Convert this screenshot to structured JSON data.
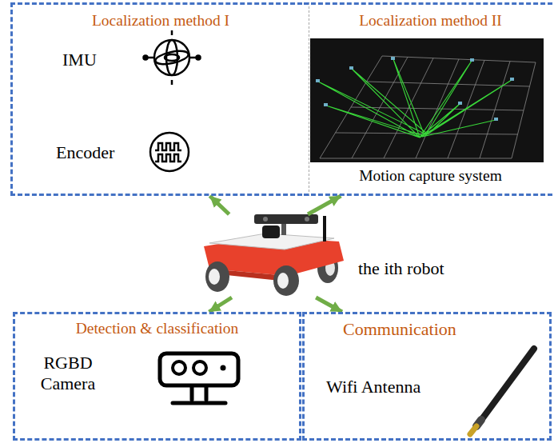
{
  "diagram": {
    "nodes": [
      {
        "text": [
          "Localization method I",
          "IMU",
          "Encoder"
        ]
      },
      {
        "text": [
          "Localization method II",
          "Motion capture system"
        ]
      },
      {
        "text": [
          "the ith robot"
        ]
      },
      {
        "text": [
          "Detection & classification",
          "RGBD Camera"
        ]
      },
      {
        "text": [
          "Communication",
          "Wifi Antenna"
        ]
      }
    ],
    "edges": [
      {
        "from": 2,
        "to": 0,
        "arrow": "to"
      },
      {
        "from": 2,
        "to": 1,
        "arrow": "to"
      },
      {
        "from": 2,
        "to": 3,
        "arrow": "to"
      },
      {
        "from": 2,
        "to": 4,
        "arrow": "to"
      }
    ]
  }
}
